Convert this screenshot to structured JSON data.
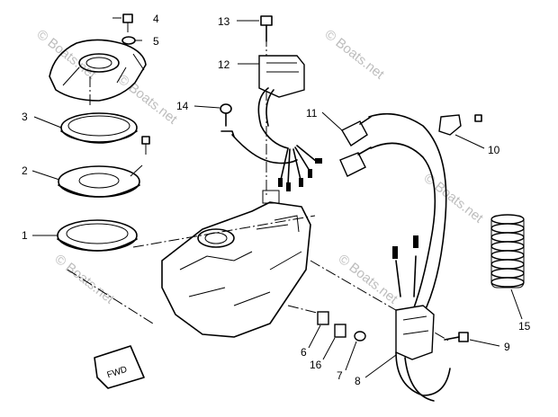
{
  "callouts": {
    "p1": "1",
    "p2": "2",
    "p3": "3",
    "p4": "4",
    "p5": "5",
    "p6": "6",
    "p7": "7",
    "p8": "8",
    "p9": "9",
    "p10": "10",
    "p11": "11",
    "p12": "12",
    "p13": "13",
    "p14": "14",
    "p15": "15",
    "p16": "16"
  },
  "badge": {
    "fwd": "FWD"
  },
  "watermarks": {
    "w1": "© Boats.net",
    "w2": "© Boats.net",
    "w3": "© Boats.net",
    "w4": "© Boats.net",
    "w5": "© Boats.net",
    "w6": "© Boats.net"
  },
  "colors": {
    "ink": "#000000",
    "watermark": "#bdbdbd",
    "background": "#ffffff"
  }
}
